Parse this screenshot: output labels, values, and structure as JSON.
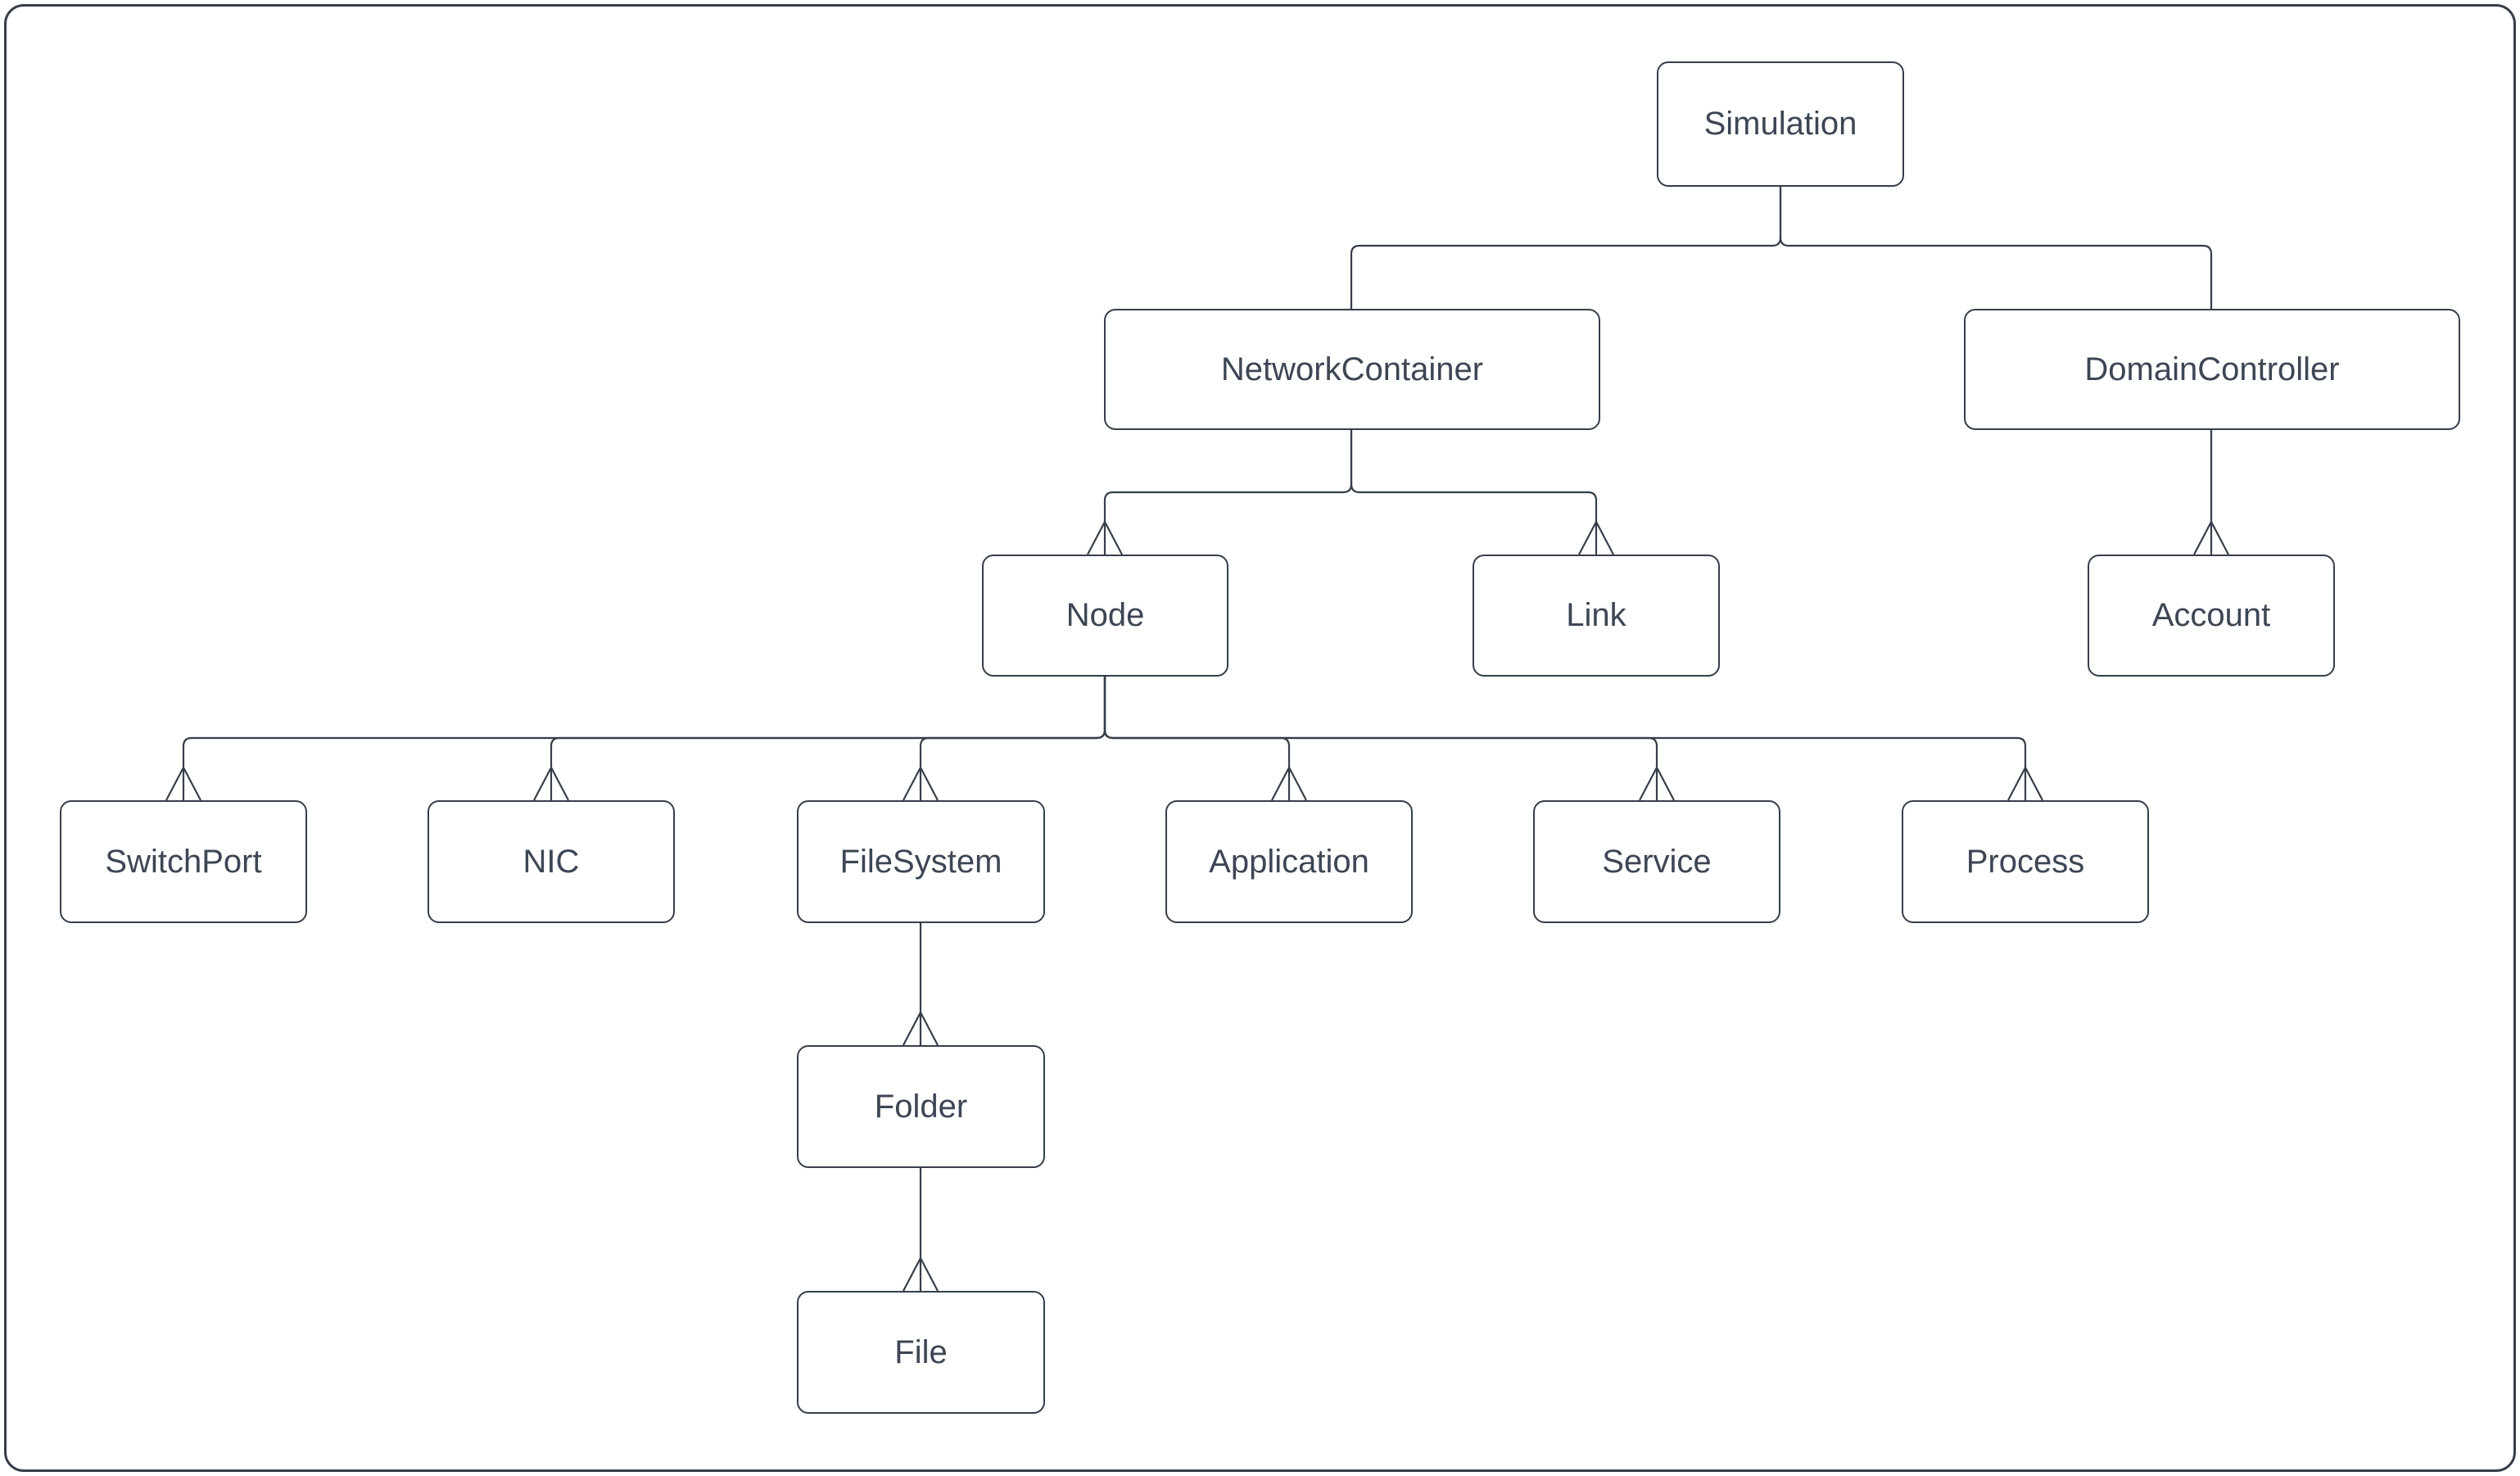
{
  "diagram": {
    "type": "hierarchy-tree",
    "colors": {
      "stroke": "#363e4a",
      "text": "#3d4654",
      "background": "#ffffff"
    },
    "nodes": {
      "simulation": "Simulation",
      "network_container": "NetworkContainer",
      "domain_controller": "DomainController",
      "node": "Node",
      "link": "Link",
      "account": "Account",
      "switch_port": "SwitchPort",
      "nic": "NIC",
      "file_system": "FileSystem",
      "application": "Application",
      "service": "Service",
      "process": "Process",
      "folder": "Folder",
      "file": "File"
    },
    "edges": [
      {
        "from": "Simulation",
        "to": "NetworkContainer",
        "arrowhead": "none"
      },
      {
        "from": "Simulation",
        "to": "DomainController",
        "arrowhead": "none"
      },
      {
        "from": "NetworkContainer",
        "to": "Node",
        "arrowhead": "open-chevron-up-at-child"
      },
      {
        "from": "NetworkContainer",
        "to": "Link",
        "arrowhead": "open-chevron-up-at-child"
      },
      {
        "from": "DomainController",
        "to": "Account",
        "arrowhead": "open-chevron-up-at-child"
      },
      {
        "from": "Node",
        "to": "SwitchPort",
        "arrowhead": "open-chevron-up-at-child"
      },
      {
        "from": "Node",
        "to": "NIC",
        "arrowhead": "open-chevron-up-at-child"
      },
      {
        "from": "Node",
        "to": "FileSystem",
        "arrowhead": "open-chevron-up-at-child"
      },
      {
        "from": "Node",
        "to": "Application",
        "arrowhead": "open-chevron-up-at-child"
      },
      {
        "from": "Node",
        "to": "Service",
        "arrowhead": "open-chevron-up-at-child"
      },
      {
        "from": "Node",
        "to": "Process",
        "arrowhead": "open-chevron-up-at-child"
      },
      {
        "from": "FileSystem",
        "to": "Folder",
        "arrowhead": "open-chevron-up-at-child"
      },
      {
        "from": "Folder",
        "to": "File",
        "arrowhead": "open-chevron-up-at-child"
      }
    ]
  }
}
